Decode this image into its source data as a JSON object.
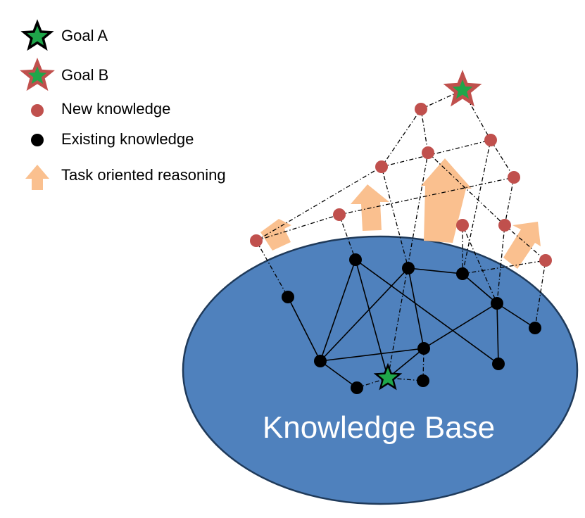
{
  "legend": {
    "goal_a": {
      "label": "Goal A",
      "icon": "green-star-black-outline-icon"
    },
    "goal_b": {
      "label": "Goal B",
      "icon": "green-star-red-outline-icon"
    },
    "new_knowledge": {
      "label": "New knowledge",
      "icon": "red-dot-icon"
    },
    "existing_knowledge": {
      "label": "Existing knowledge",
      "icon": "black-dot-icon"
    },
    "task_reasoning": {
      "label": "Task oriented reasoning",
      "icon": "orange-up-arrow-icon"
    }
  },
  "knowledge_base": {
    "label": "Knowledge Base"
  },
  "colors": {
    "knowledge_base_fill": "#4f81bd",
    "knowledge_base_stroke": "#1f3a5a",
    "new_knowledge": "#c0504d",
    "existing_knowledge": "#000000",
    "goal_star_fill": "#1fa64a",
    "reasoning_arrow": "#fac08f"
  }
}
